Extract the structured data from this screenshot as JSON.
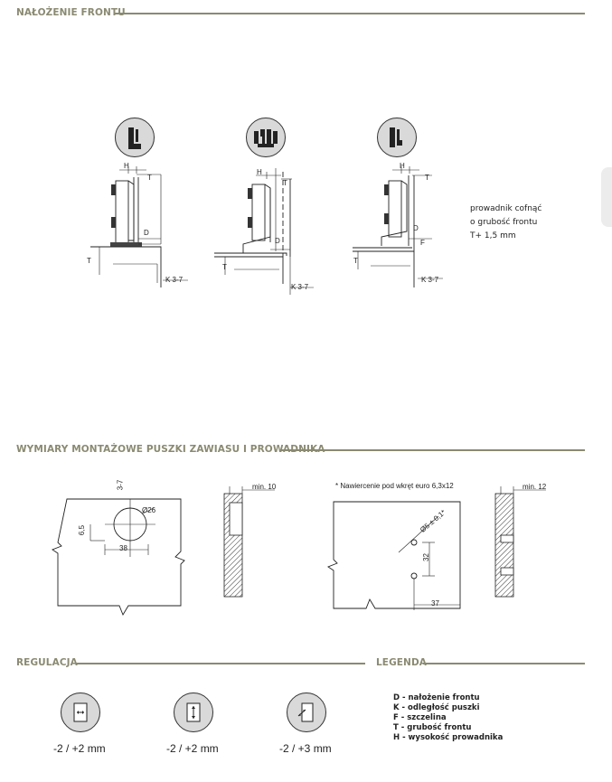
{
  "sections": {
    "front_overlay": {
      "title": "NAŁOŻENIE FRONTU"
    },
    "mounting": {
      "title": "WYMIARY MONTAŻOWE PUSZKI ZAWIASU I PROWADNIKA"
    },
    "regulation": {
      "title": "REGULACJA"
    },
    "legend": {
      "title": "LEGENDA"
    }
  },
  "diagrams": {
    "hinge1": {
      "h": "H",
      "t_top": "T",
      "d": "D",
      "t_side": "T",
      "k": "K 3-7"
    },
    "hinge2": {
      "h": "H",
      "t_top": "T",
      "d": "D",
      "t_side": "T",
      "k": "K 3-7"
    },
    "hinge3": {
      "h": "H",
      "t_top": "T",
      "d": "D",
      "f": "F",
      "t_side": "T",
      "k": "K 3-7"
    },
    "note_lines": [
      "prowadnik cofnąć",
      "o grubość frontu",
      "T+ 1,5 mm"
    ]
  },
  "mounting": {
    "cup": {
      "dim_top": "3-7",
      "dim_side": "6,5",
      "diameter": "Ø26",
      "dim_bottom": "38"
    },
    "section1": {
      "min": "min. 10"
    },
    "plate": {
      "note": "* Nawiercenie pod wkręt euro 6,3x12",
      "hole": "Ø5 ± 0,1*",
      "dim_vert": "32",
      "dim_bottom": "37"
    },
    "section2": {
      "min": "min. 12"
    }
  },
  "regulation": {
    "items": [
      {
        "icon": "horizontal-adjust-icon",
        "value": "-2 / +2 mm"
      },
      {
        "icon": "vertical-adjust-icon",
        "value": "-2 / +2 mm"
      },
      {
        "icon": "depth-adjust-icon",
        "value": "-2 / +3 mm"
      }
    ]
  },
  "legend": {
    "items": [
      "D - nałożenie frontu",
      "K - odległość puszki",
      "F - szczelina",
      "T - grubość frontu",
      "H - wysokość prowadnika"
    ]
  },
  "colors": {
    "heading": "#8a8a72",
    "icon_fill": "#d9d9d9"
  }
}
